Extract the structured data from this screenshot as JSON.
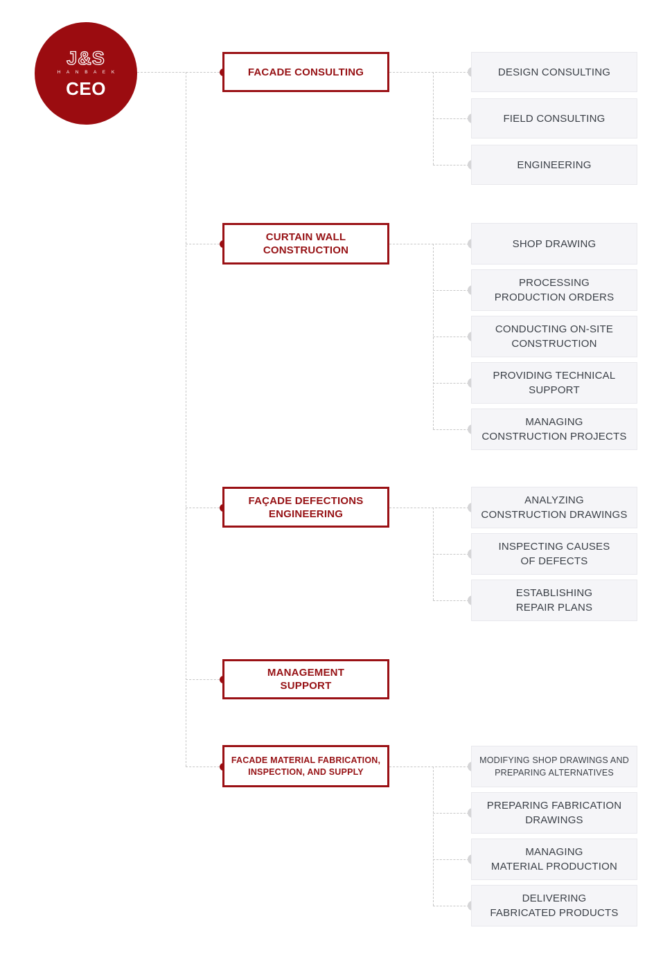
{
  "brand": {
    "logo_mark": "J&S",
    "logo_name": "H A N B A E K"
  },
  "colors": {
    "brand_red": "#9B0C10",
    "main_box_border": "#9A1014",
    "main_box_text": "#961114",
    "sub_box_bg": "#F5F5F8",
    "sub_box_border": "#E8E8ED",
    "sub_box_text": "#3A3F46",
    "connector_gray": "#C6C6C6",
    "dot_gray": "#D5D5D7"
  },
  "org": {
    "root_label": "CEO",
    "sections": [
      {
        "label": "FACADE CONSULTING",
        "children": [
          "DESIGN CONSULTING",
          "FIELD CONSULTING",
          "ENGINEERING"
        ]
      },
      {
        "label": "CURTAIN WALL\nCONSTRUCTION",
        "children": [
          "SHOP DRAWING",
          "PROCESSING\nPRODUCTION ORDERS",
          "CONDUCTING ON-SITE\nCONSTRUCTION",
          "PROVIDING TECHNICAL\nSUPPORT",
          "MANAGING\nCONSTRUCTION PROJECTS"
        ]
      },
      {
        "label": "FAÇADE DEFECTIONS\nENGINEERING",
        "children": [
          "ANALYZING\nCONSTRUCTION DRAWINGS",
          "INSPECTING CAUSES\nOF DEFECTS",
          "ESTABLISHING\nREPAIR PLANS"
        ]
      },
      {
        "label": "MANAGEMENT\nSUPPORT",
        "children": []
      },
      {
        "label": "FACADE MATERIAL FABRICATION,\nINSPECTION, AND SUPPLY",
        "children": [
          "MODIFYING SHOP DRAWINGS AND\nPREPARING ALTERNATIVES",
          "PREPARING FABRICATION\nDRAWINGS",
          "MANAGING\nMATERIAL PRODUCTION",
          "DELIVERING\nFABRICATED PRODUCTS"
        ]
      }
    ]
  }
}
